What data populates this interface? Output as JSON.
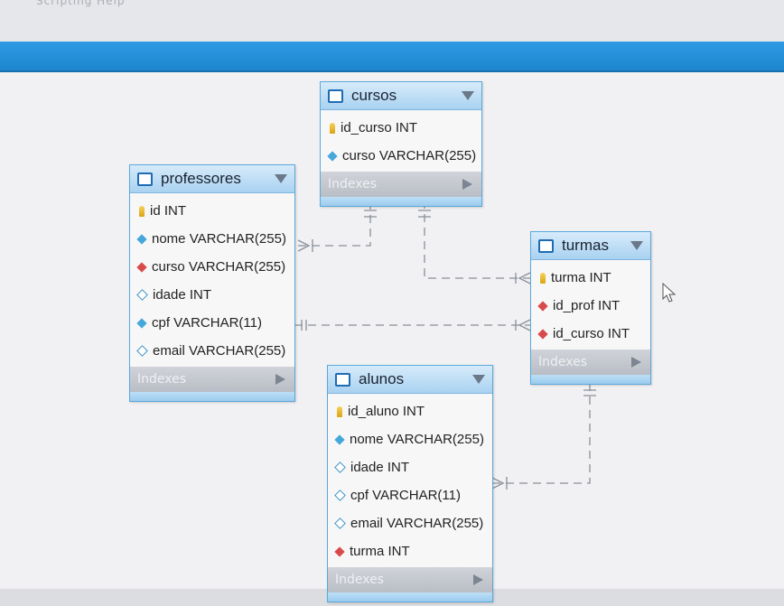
{
  "menu_ghost": "Scripting   Help",
  "tables": {
    "cursos": {
      "name": "cursos",
      "columns": [
        {
          "text": "id_curso INT",
          "icon": "primary-key"
        },
        {
          "text": "curso VARCHAR(255)",
          "icon": "blue-diamond"
        }
      ],
      "indexes": "Indexes"
    },
    "professores": {
      "name": "professores",
      "columns": [
        {
          "text": "id INT",
          "icon": "primary-key"
        },
        {
          "text": "nome VARCHAR(255)",
          "icon": "blue-diamond"
        },
        {
          "text": "curso VARCHAR(255)",
          "icon": "red-diamond"
        },
        {
          "text": "idade INT",
          "icon": "hollow-diamond"
        },
        {
          "text": "cpf VARCHAR(11)",
          "icon": "blue-diamond"
        },
        {
          "text": "email VARCHAR(255)",
          "icon": "hollow-diamond"
        }
      ],
      "indexes": "Indexes"
    },
    "turmas": {
      "name": "turmas",
      "columns": [
        {
          "text": "turma INT",
          "icon": "primary-key"
        },
        {
          "text": "id_prof INT",
          "icon": "red-diamond"
        },
        {
          "text": "id_curso INT",
          "icon": "red-diamond"
        }
      ],
      "indexes": "Indexes"
    },
    "alunos": {
      "name": "alunos",
      "columns": [
        {
          "text": "id_aluno INT",
          "icon": "primary-key"
        },
        {
          "text": "nome VARCHAR(255)",
          "icon": "blue-diamond"
        },
        {
          "text": "idade INT",
          "icon": "hollow-diamond"
        },
        {
          "text": "cpf VARCHAR(11)",
          "icon": "hollow-diamond"
        },
        {
          "text": "email VARCHAR(255)",
          "icon": "hollow-diamond"
        },
        {
          "text": "turma INT",
          "icon": "red-diamond"
        }
      ],
      "indexes": "Indexes"
    }
  },
  "colors": {
    "header_bar": "#1c86cf",
    "relationship_line": "#8a8f99",
    "primary_key": "#e2b52a",
    "foreign_key": "#d94a4a",
    "column": "#45a7da"
  }
}
